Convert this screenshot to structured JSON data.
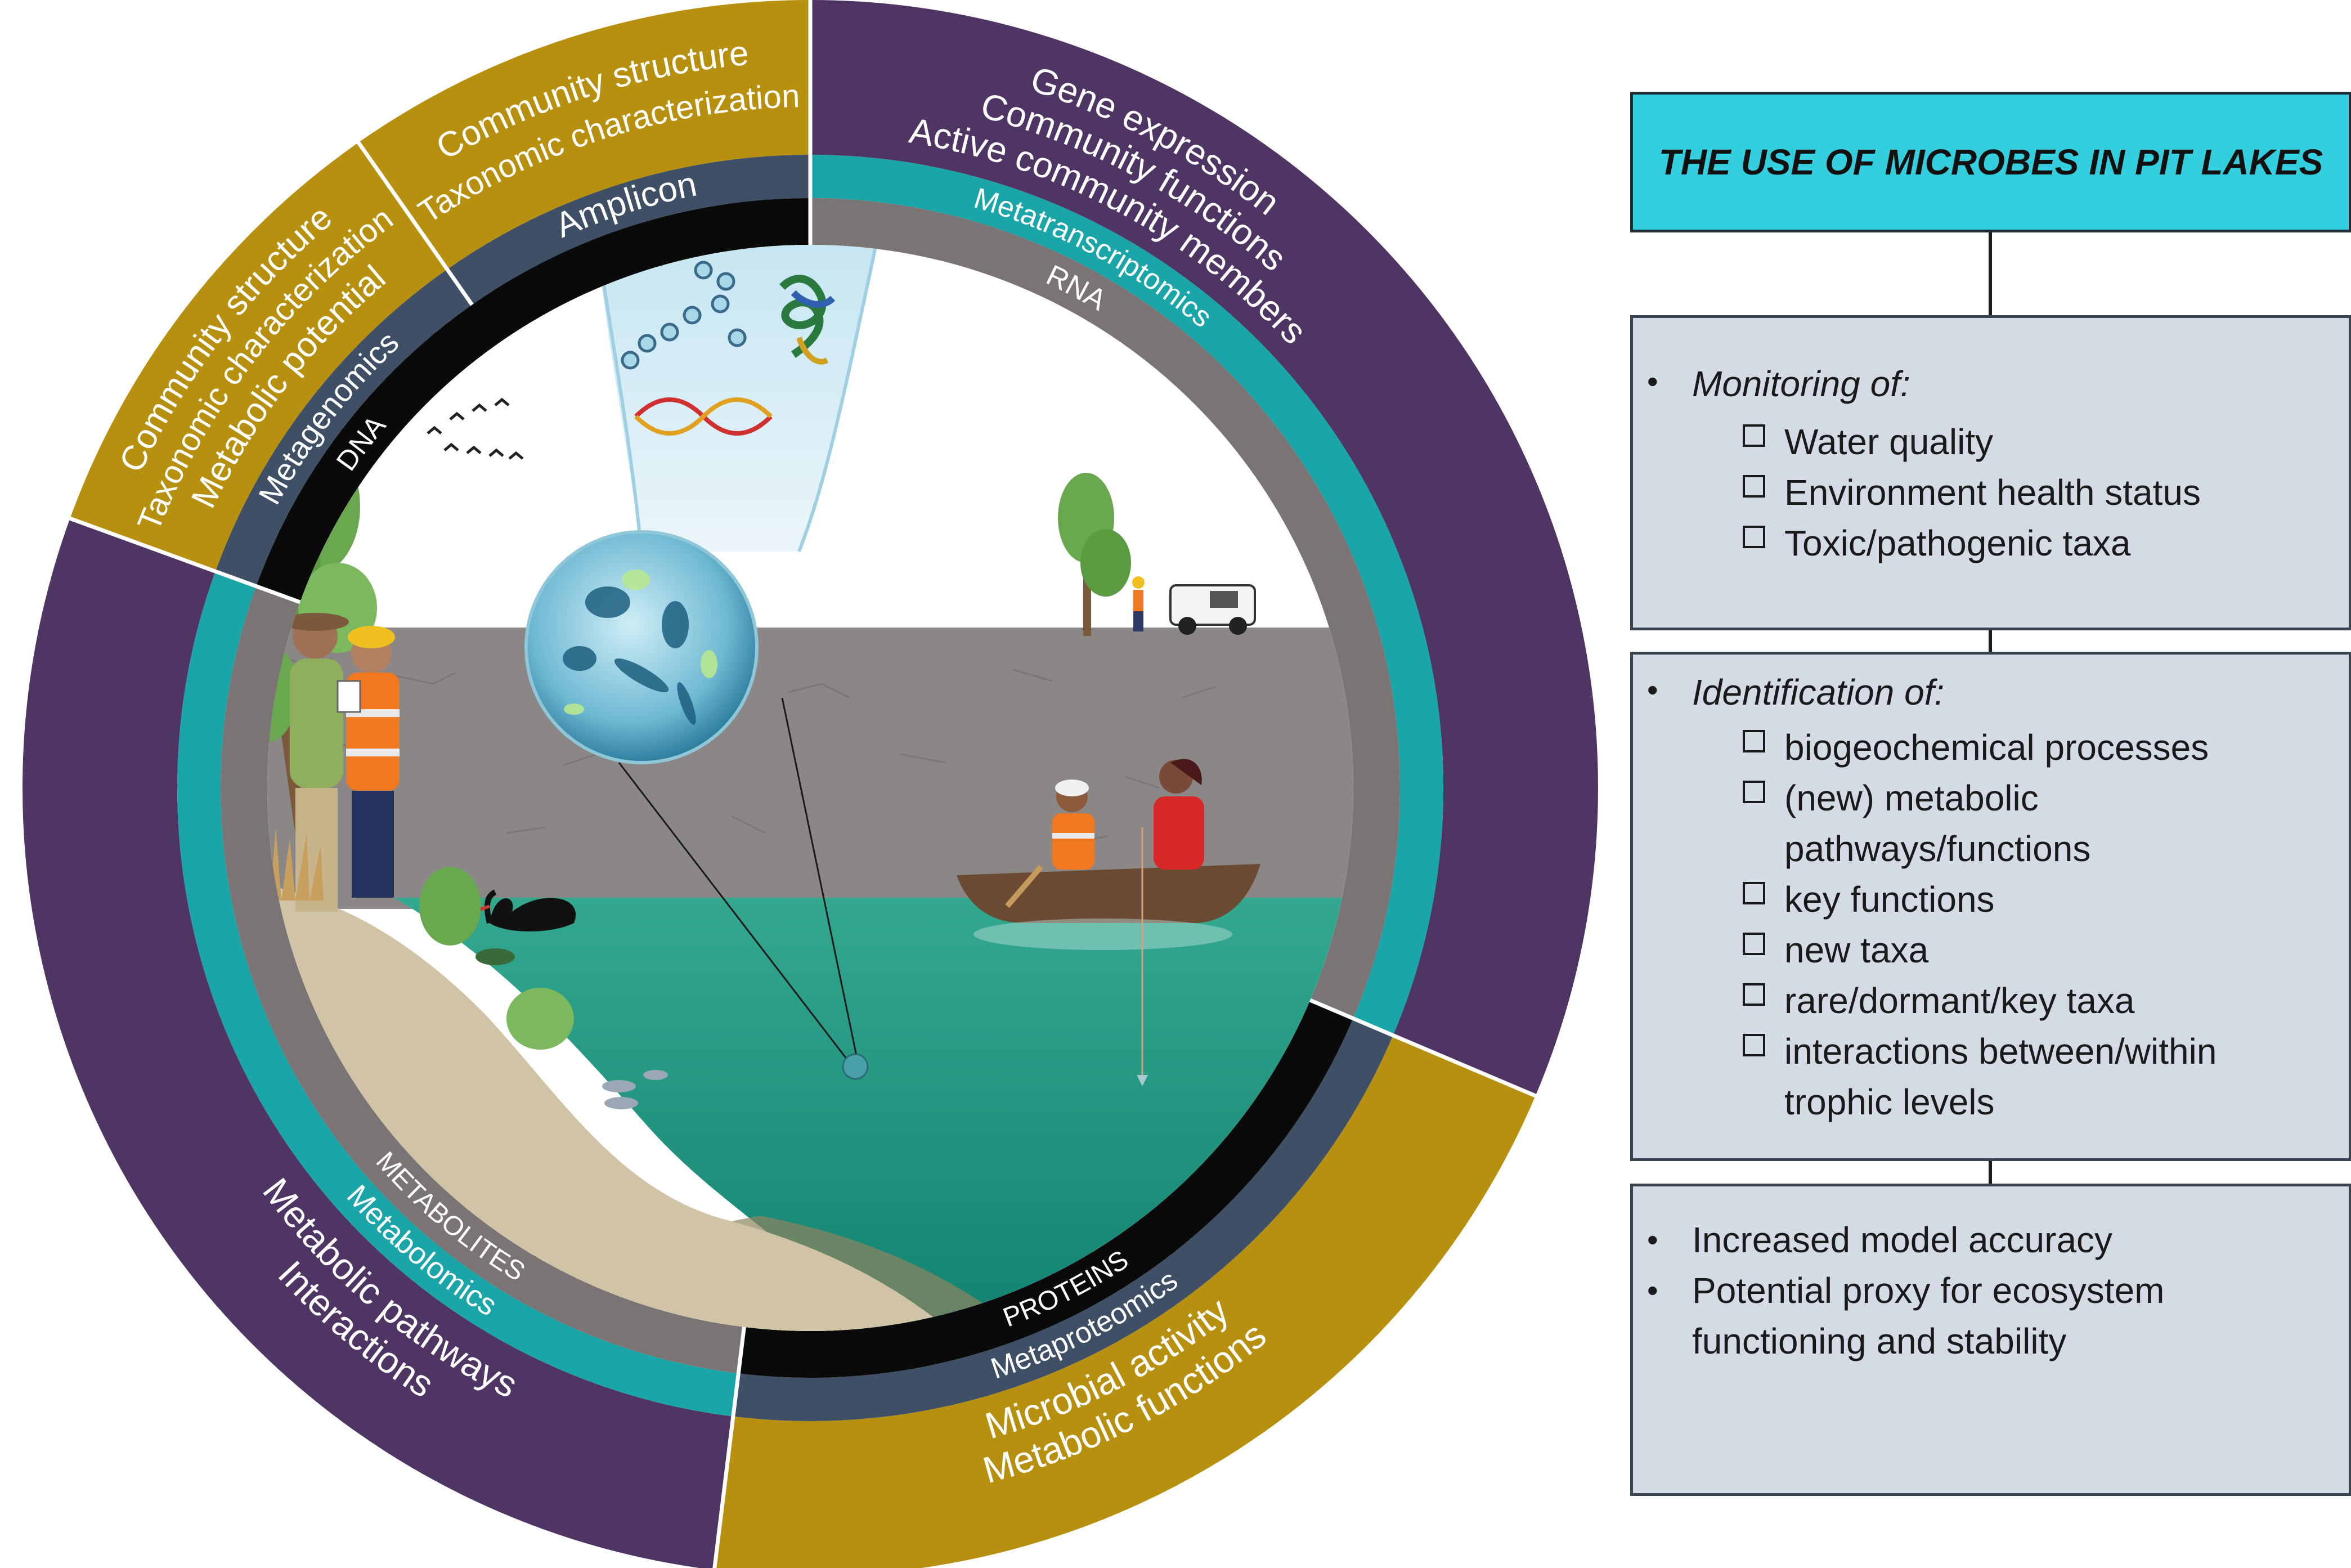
{
  "wheel": {
    "top_left": {
      "outer": [
        "Community structure",
        "Taxonomic characterization",
        "Metabolic potential"
      ],
      "method": "Metagenomics",
      "molecule": "DNA"
    },
    "top": {
      "outer": [
        "Community structure",
        "Taxonomic characterization"
      ],
      "method": "Amplicon"
    },
    "right": {
      "outer": [
        "Gene expression",
        "Community functions",
        "Active community members"
      ],
      "method": "Metatranscriptomics",
      "molecule": "RNA"
    },
    "bottom_right": {
      "outer": [
        "Microbial activity",
        "Metabolic functions"
      ],
      "method": "Metaproteomics",
      "molecule": "PROTEINS"
    },
    "bottom_left": {
      "outer": [
        "Interactions",
        "Metabolic pathways"
      ],
      "method": "Metabolomics",
      "molecule": "METABOLITES"
    }
  },
  "panel": {
    "title": "THE USE OF MICROBES IN PIT LAKES",
    "monitoring": {
      "bullet": "•",
      "heading": "Monitoring of:",
      "items": [
        "Water quality",
        "Environment health status",
        "Toxic/pathogenic taxa"
      ]
    },
    "identification": {
      "bullet": "•",
      "heading": "Identification of:",
      "items": [
        [
          "biogeochemical processes"
        ],
        [
          "(new) metabolic",
          "pathways/functions"
        ],
        [
          "key functions"
        ],
        [
          "new taxa"
        ],
        [
          "rare/dormant/key taxa"
        ],
        [
          "interactions between/within",
          "trophic levels"
        ]
      ]
    },
    "outcomes": {
      "bullet": "•",
      "items": [
        [
          "Increased model accuracy"
        ],
        [
          "Potential proxy for ecosystem",
          "functioning and stability"
        ]
      ]
    }
  },
  "colors": {
    "gold": "#B8900F",
    "purple": "#4E3563",
    "slate": "#3E4F66",
    "black": "#0a0a0a",
    "teal": "#1AA5A8",
    "gray": "#7A7474",
    "cyan_title": "#33CFDF",
    "box_fill": "#D5DBE5",
    "wall": "#8A8786",
    "water": "#1F9A83",
    "shore": "#D1C3A6"
  }
}
